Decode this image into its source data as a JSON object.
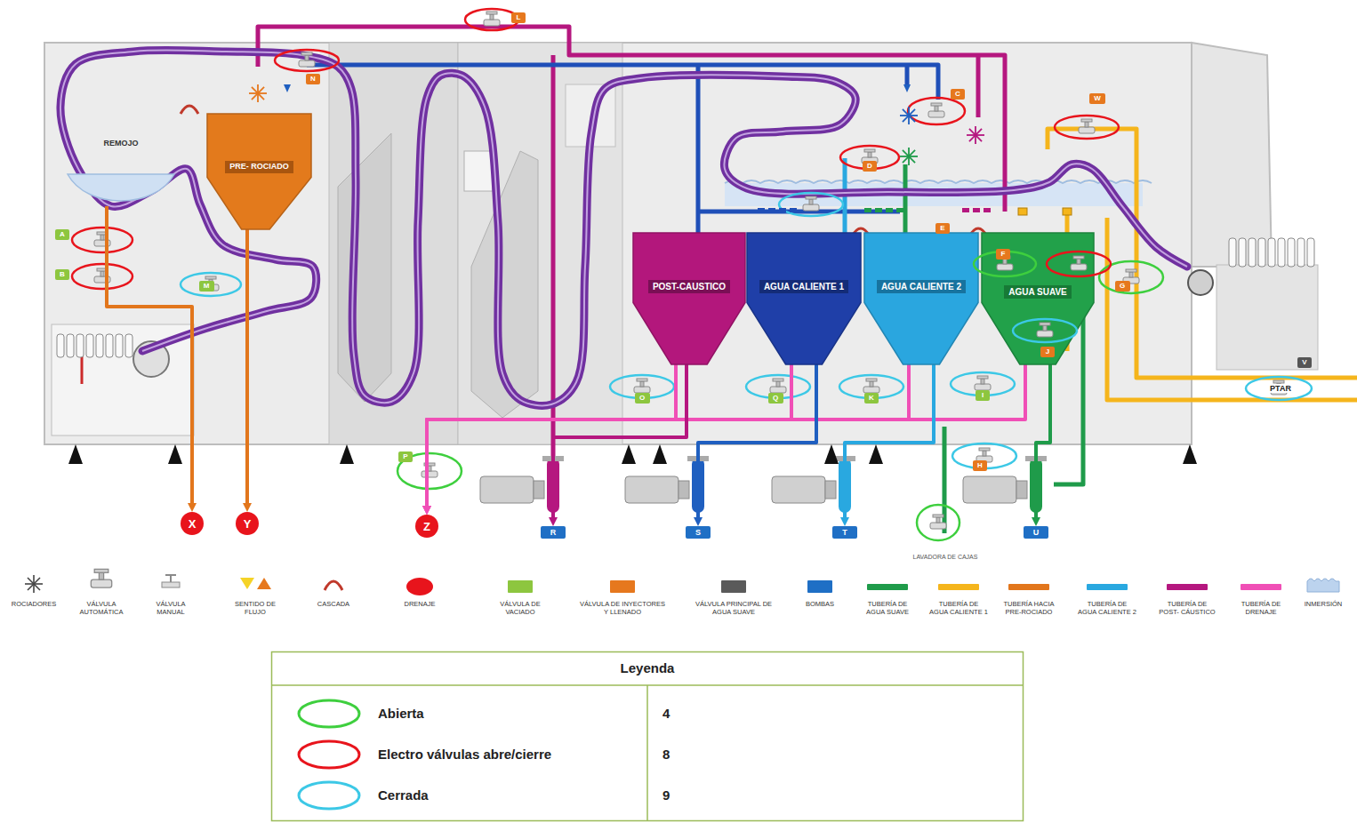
{
  "diagram": {
    "nodes": [
      {
        "text": [
          "REMOJO"
        ]
      },
      {
        "text": [
          "PRE- ROCIADO"
        ]
      },
      {
        "text": [
          "POST-CAUSTICO"
        ]
      },
      {
        "text": [
          "AGUA CALIENTE 1"
        ]
      },
      {
        "text": [
          "AGUA CALIENTE 2"
        ]
      },
      {
        "text": [
          "AGUA SUAVE"
        ]
      },
      {
        "text": [
          "X"
        ]
      },
      {
        "text": [
          "Y"
        ]
      },
      {
        "text": [
          "Z"
        ]
      },
      {
        "text": [
          "R"
        ]
      },
      {
        "text": [
          "S"
        ]
      },
      {
        "text": [
          "T"
        ]
      },
      {
        "text": [
          "U"
        ]
      },
      {
        "text": [
          "L"
        ]
      },
      {
        "text": [
          "N"
        ]
      },
      {
        "text": [
          "C"
        ]
      },
      {
        "text": [
          "W"
        ]
      },
      {
        "text": [
          "D"
        ]
      },
      {
        "text": [
          "A"
        ]
      },
      {
        "text": [
          "B"
        ]
      },
      {
        "text": [
          "M"
        ]
      },
      {
        "text": [
          "E"
        ]
      },
      {
        "text": [
          "F"
        ]
      },
      {
        "text": [
          "G"
        ]
      },
      {
        "text": [
          "J"
        ]
      },
      {
        "text": [
          "P"
        ]
      },
      {
        "text": [
          "H"
        ]
      },
      {
        "text": [
          "V"
        ]
      },
      {
        "text": [
          "O"
        ]
      },
      {
        "text": [
          "Q"
        ]
      },
      {
        "text": [
          "K"
        ]
      },
      {
        "text": [
          "I"
        ]
      }
    ],
    "edges": [
      {
        "from": 0,
        "to": 6,
        "arrow": "to"
      },
      {
        "from": 1,
        "to": 7,
        "arrow": "to"
      },
      {
        "from": 2,
        "to": 8,
        "arrow": "to"
      },
      {
        "from": 3,
        "to": 8,
        "arrow": "to"
      },
      {
        "from": 4,
        "to": 8,
        "arrow": "to"
      },
      {
        "from": 5,
        "to": 8,
        "arrow": "to"
      },
      {
        "from": 2,
        "to": 9,
        "arrow": "to"
      },
      {
        "from": 3,
        "to": 10,
        "arrow": "to"
      },
      {
        "from": 4,
        "to": 11,
        "arrow": "to"
      },
      {
        "from": 5,
        "to": 12,
        "arrow": "to"
      }
    ],
    "labels": [
      "PTAR",
      "LAVADORA DE CAJAS",
      "Leyenda",
      "4",
      "8",
      "9"
    ],
    "legend": [
      {
        "text": "ROCIADORES"
      },
      {
        "text": "VÁLVULA AUTOMÁTICA"
      },
      {
        "text": "VÁLVULA MANUAL"
      },
      {
        "text": "SENTIDO DE FLUJO"
      },
      {
        "text": "CASCADA"
      },
      {
        "text": "DRENAJE",
        "color": "#e8141c"
      },
      {
        "text": "VÁLVULA DE VACIADO",
        "color": "#8dc63f"
      },
      {
        "text": "VÁLVULA DE INYECTORES Y LLENADO",
        "color": "#e6781e"
      },
      {
        "text": "VÁLVULA PRINCIPAL DE AGUA SUAVE",
        "color": "#5a5a5a"
      },
      {
        "text": "BOMBAS",
        "color": "#1f6fc5"
      },
      {
        "text": "TUBERÍA DE AGUA SUAVE",
        "color": "#1f9b4a"
      },
      {
        "text": "TUBERÍA DE AGUA CALIENTE 1",
        "color": "#f5b51c"
      },
      {
        "text": "TUBERÍA HACIA PRE-ROCIADO",
        "color": "#e2761c"
      },
      {
        "text": "TUBERÍA DE AGUA CALIENTE 2",
        "color": "#29a8e0"
      },
      {
        "text": "TUBERÍA DE POST- CÁUSTICO",
        "color": "#b5177f"
      },
      {
        "text": "TUBERÍA DE DRENAJE",
        "color": "#f04fb6"
      },
      {
        "text": "INMERSIÓN"
      },
      {
        "text": "Abierta"
      },
      {
        "text": "Electro válvulas abre/cierre"
      },
      {
        "text": "Cerrada"
      }
    ]
  }
}
